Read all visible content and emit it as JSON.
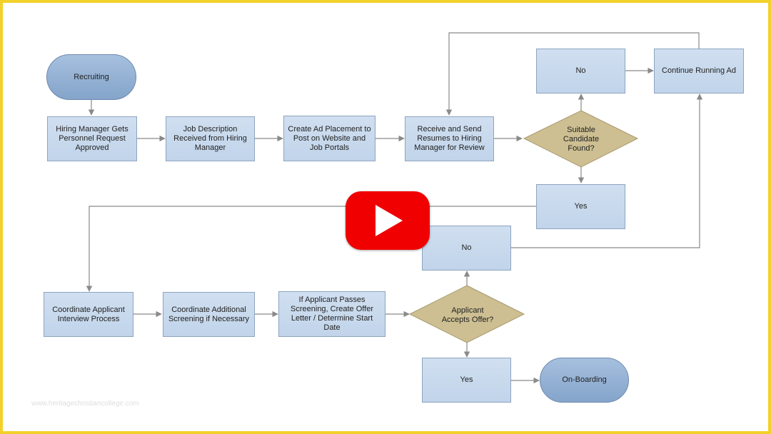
{
  "frame": {
    "border_color": "#f2d12a"
  },
  "colors": {
    "process_fill": "#c8d9ee",
    "terminal_fill": "#93b1d5",
    "decision_fill": "#cdbf92",
    "connector": "#8a8a8a",
    "play_button": "#f00000"
  },
  "nodes": {
    "recruiting": "Recruiting",
    "hiring_manager": "Hiring Manager Gets Personnel Request Approved",
    "job_description": "Job Description Received from Hiring Manager",
    "create_ad": "Create Ad Placement to Post on Website and Job Portals",
    "receive_send": "Receive and Send Resumes to Hiring Manager for Review",
    "suitable_candidate": "Suitable Candidate Found?",
    "no_top": "No",
    "continue_running_ad": "Continue Running Ad",
    "yes_top": "Yes",
    "no_mid": "No",
    "coordinate_interview": "Coordinate Applicant Interview Process",
    "coordinate_screening": "Coordinate Additional Screening if Necessary",
    "if_applicant_passes": "If Applicant Passes Screening, Create Offer Letter / Determine Start Date",
    "applicant_accepts": "Applicant Accepts Offer?",
    "yes_bottom": "Yes",
    "on_boarding": "On-Boarding"
  },
  "play_button": {
    "icon": "play-icon"
  },
  "watermark": "www.heritagechristiancollege.com"
}
